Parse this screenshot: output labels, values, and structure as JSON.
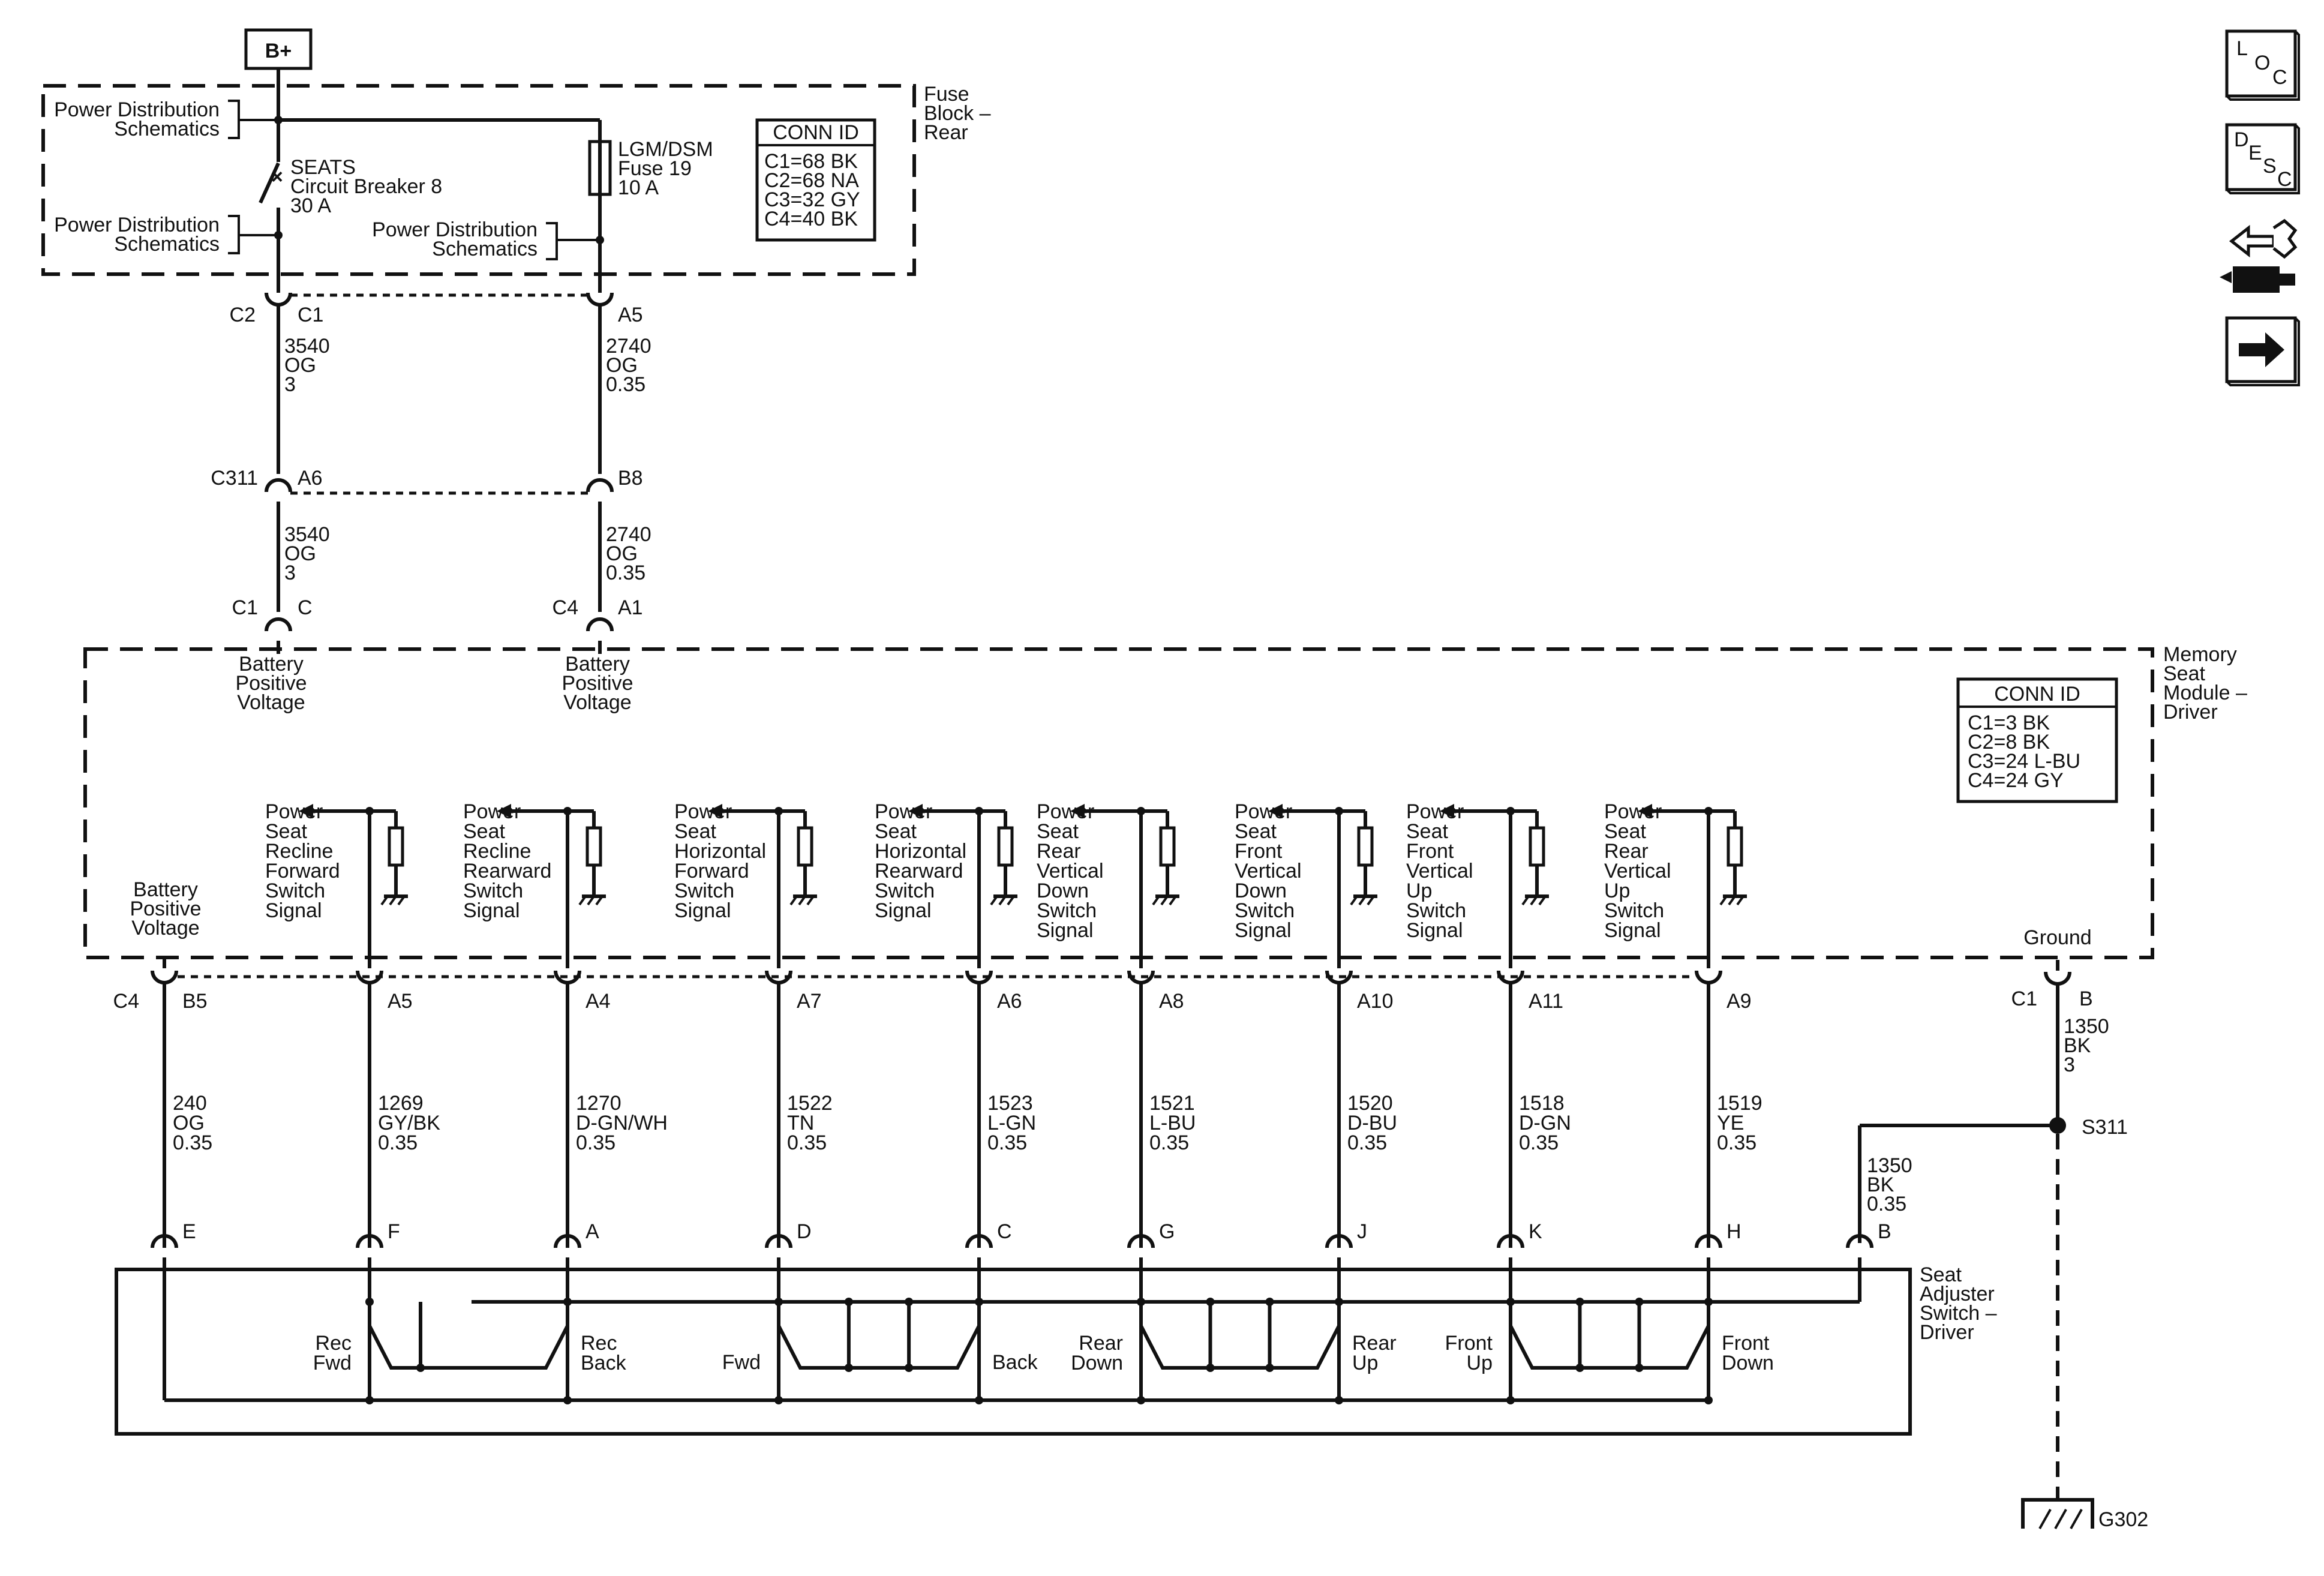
{
  "source_bplus": "B+",
  "fuse_block": {
    "label_lines": [
      "Fuse",
      "Block –",
      "Rear"
    ],
    "pds_top": [
      "Power Distribution",
      "Schematics"
    ],
    "pds_mid": [
      "Power Distribution",
      "Schematics"
    ],
    "pds_right": [
      "Power Distribution",
      "Schematics"
    ],
    "breaker": [
      "SEATS",
      "Circuit Breaker 8",
      "30 A"
    ],
    "fuse": [
      "LGM/DSM",
      "Fuse 19",
      "10 A"
    ],
    "conn_id": {
      "title": "CONN ID",
      "rows": [
        "C1=68 BK",
        "C2=68 NA",
        "C3=32 GY",
        "C4=40 BK"
      ]
    }
  },
  "fuse_block_connectors": {
    "left_conn": "C2",
    "left_pin": "C1",
    "right_pin": "A5"
  },
  "wire_fb_left": [
    "3540",
    "OG",
    "3"
  ],
  "wire_fb_right": [
    "2740",
    "OG",
    "0.35"
  ],
  "inline_connector": {
    "name": "C311",
    "left_pin": "A6",
    "right_pin": "B8"
  },
  "wire_inline_left": [
    "3540",
    "OG",
    "3"
  ],
  "wire_inline_right": [
    "2740",
    "OG",
    "0.35"
  ],
  "module_top_connectors": {
    "left_conn": "C1",
    "left_pin": "C",
    "right_conn": "C4",
    "right_pin": "A1"
  },
  "module": {
    "label_lines": [
      "Memory",
      "Seat",
      "Module –",
      "Driver"
    ],
    "top_inputs": [
      [
        "Battery",
        "Positive",
        "Voltage"
      ],
      [
        "Battery",
        "Positive",
        "Voltage"
      ]
    ],
    "conn_id": {
      "title": "CONN ID",
      "rows": [
        "C1=3 BK",
        "C2=8 BK",
        "C3=24 L-BU",
        "C4=24 GY"
      ]
    },
    "bottom_input": [
      "Battery",
      "Positive",
      "Voltage"
    ],
    "ground_label": "Ground",
    "signals": [
      [
        "Power",
        "Seat",
        "Recline",
        "Forward",
        "Switch",
        "Signal"
      ],
      [
        "Power",
        "Seat",
        "Recline",
        "Rearward",
        "Switch",
        "Signal"
      ],
      [
        "Power",
        "Seat",
        "Horizontal",
        "Forward",
        "Switch",
        "Signal"
      ],
      [
        "Power",
        "Seat",
        "Horizontal",
        "Rearward",
        "Switch",
        "Signal"
      ],
      [
        "Power",
        "Seat",
        "Rear",
        "Vertical",
        "Down",
        "Switch",
        "Signal"
      ],
      [
        "Power",
        "Seat",
        "Front",
        "Vertical",
        "Down",
        "Switch",
        "Signal"
      ],
      [
        "Power",
        "Seat",
        "Front",
        "Vertical",
        "Up",
        "Switch",
        "Signal"
      ],
      [
        "Power",
        "Seat",
        "Rear",
        "Vertical",
        "Up",
        "Switch",
        "Signal"
      ]
    ]
  },
  "module_bottom": {
    "conn_left": "C4",
    "pins": [
      "B5",
      "A5",
      "A4",
      "A7",
      "A6",
      "A8",
      "A10",
      "A11",
      "A9"
    ],
    "ground_conn": "C1",
    "ground_pin": "B"
  },
  "wires_bottom": [
    [
      "240",
      "OG",
      "0.35"
    ],
    [
      "1269",
      "GY/BK",
      "0.35"
    ],
    [
      "1270",
      "D-GN/WH",
      "0.35"
    ],
    [
      "1522",
      "TN",
      "0.35"
    ],
    [
      "1523",
      "L-GN",
      "0.35"
    ],
    [
      "1521",
      "L-BU",
      "0.35"
    ],
    [
      "1520",
      "D-BU",
      "0.35"
    ],
    [
      "1518",
      "D-GN",
      "0.35"
    ],
    [
      "1519",
      "YE",
      "0.35"
    ]
  ],
  "ground_wire": [
    "1350",
    "BK",
    "3"
  ],
  "splice": "S311",
  "switch_ground_wire": [
    "1350",
    "BK",
    "0.35"
  ],
  "switch_pins": [
    "E",
    "F",
    "A",
    "D",
    "C",
    "G",
    "J",
    "K",
    "H",
    "B"
  ],
  "switch": {
    "label_lines": [
      "Seat",
      "Adjuster",
      "Switch –",
      "Driver"
    ],
    "positions": [
      [
        "Rec",
        "Fwd"
      ],
      [
        "Rec",
        "Back"
      ],
      [
        "Fwd"
      ],
      [
        "Back"
      ],
      [
        "Rear",
        "Down"
      ],
      [
        "Rear",
        "Up"
      ],
      [
        "Front",
        "Up"
      ],
      [
        "Front",
        "Down"
      ]
    ]
  },
  "ground_point": "G302",
  "side_icons": [
    {
      "name": "loc-icon",
      "letters": [
        "L",
        "O",
        "C"
      ]
    },
    {
      "name": "desc-icon",
      "letters": [
        "D",
        "E",
        "S",
        "C"
      ]
    },
    {
      "name": "connector-arrows-icon"
    },
    {
      "name": "next-arrow-icon"
    }
  ]
}
